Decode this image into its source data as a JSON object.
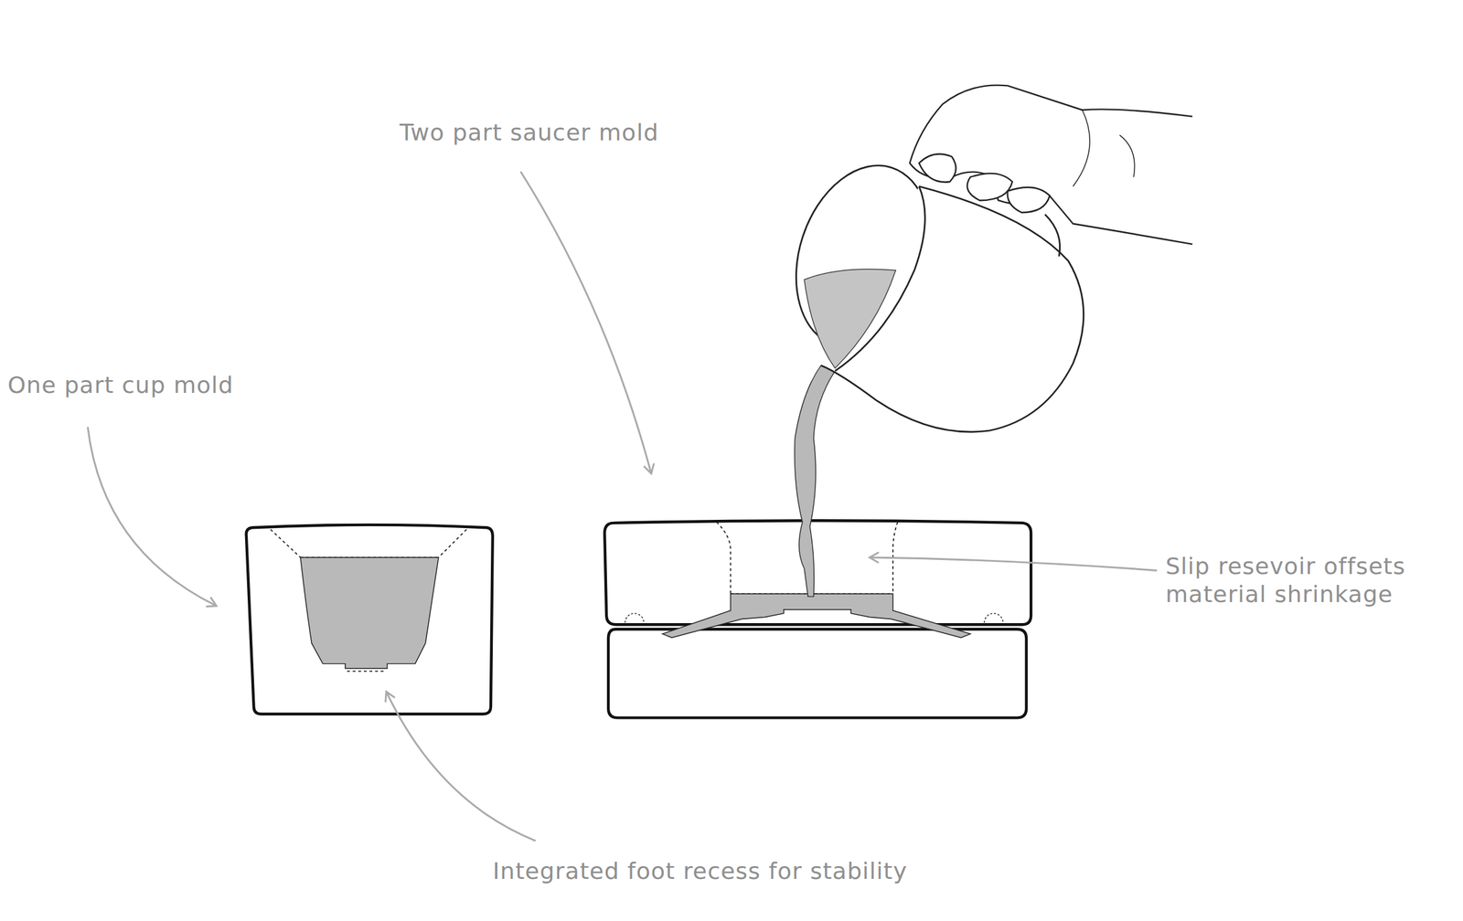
{
  "diagram": {
    "labels": [
      "Two part saucer mold",
      "One part cup mold",
      "Slip resevoir offsets material shrinkage",
      "Integrated foot recess for stability"
    ]
  }
}
